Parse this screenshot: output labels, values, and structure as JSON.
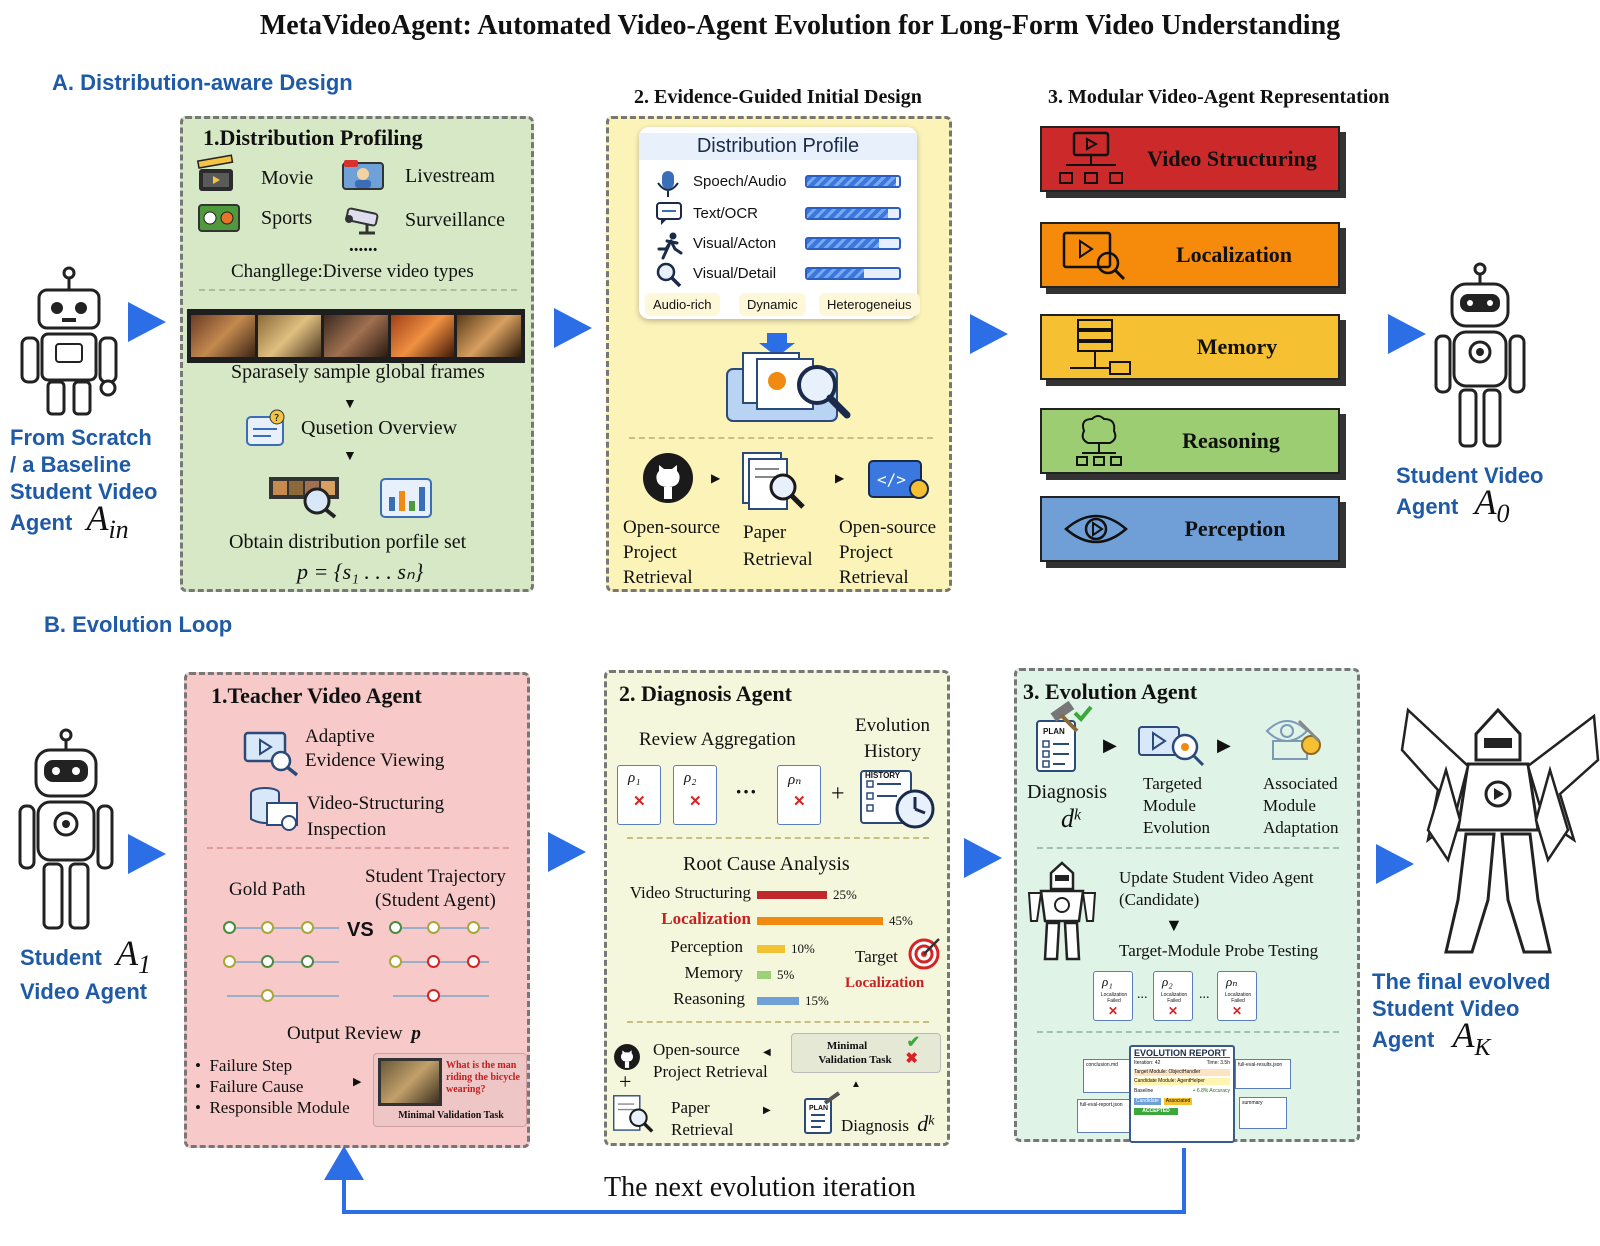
{
  "title": "MetaVideoAgent: Automated Video-Agent Evolution for Long-Form Video Understanding",
  "section_a": {
    "heading": "A. Distribution-aware Design",
    "input_label": [
      "From Scratch",
      "/ a Baseline",
      "Student Video",
      "Agent"
    ],
    "input_symbol": "A",
    "input_sub": "in",
    "profiling": {
      "title": "1.Distribution Profiling",
      "types": [
        "Movie",
        "Livestream",
        "Sports",
        "Surveillance"
      ],
      "ellipsis": "......",
      "challenge": "Changllege:Diverse video types",
      "sample": "Sparasely sample global frames",
      "question": "Qusetion Overview",
      "obtain": "Obtain distribution porfile set",
      "formula": "p = {s₁ . . . sₙ}"
    },
    "initial_design": {
      "title": "2. Evidence-Guided Initial Design",
      "profile_title": "Distribution Profile",
      "profile_rows": [
        {
          "label": "Spoech/Audio",
          "level": 0.97,
          "icon": "microphone-icon"
        },
        {
          "label": "Text/OCR",
          "level": 0.88,
          "icon": "chat-icon"
        },
        {
          "label": "Visual/Acton",
          "level": 0.78,
          "icon": "running-person-icon"
        },
        {
          "label": "Visual/Detail",
          "level": 0.62,
          "icon": "magnifier-icon"
        }
      ],
      "tags": [
        "Audio-rich",
        "Dynamic",
        "Heterogeneius"
      ],
      "retrieval": [
        {
          "lines": [
            "Open-source",
            "Project",
            "Retrieval"
          ],
          "icon": "github-icon"
        },
        {
          "lines": [
            "Paper",
            "Retrieval"
          ],
          "icon": "paper-search-icon"
        },
        {
          "lines": [
            "Open-source",
            "Project",
            "Retrieval"
          ],
          "icon": "code-icon"
        }
      ]
    },
    "representation": {
      "title": "3. Modular Video-Agent Representation",
      "modules": [
        {
          "label": "Video Structuring",
          "color": "#cc2a2a",
          "icon": "video-structure-icon"
        },
        {
          "label": "Localization",
          "color": "#f58a0b",
          "icon": "localization-icon"
        },
        {
          "label": "Memory",
          "color": "#f5c031",
          "icon": "memory-icon"
        },
        {
          "label": "Reasoning",
          "color": "#9dcd73",
          "icon": "brain-icon"
        },
        {
          "label": "Perception",
          "color": "#6f9fd6",
          "icon": "eye-icon"
        }
      ]
    },
    "output_label": [
      "Student Video",
      "Agent"
    ],
    "output_symbol": "A",
    "output_sub": "0"
  },
  "section_b": {
    "heading": "B. Evolution Loop",
    "input_label": [
      "Student",
      "Video Agent"
    ],
    "input_symbol": "A",
    "input_sub": "1",
    "teacher": {
      "title": "1.Teacher Video Agent",
      "item1": [
        "Adaptive",
        "Evidence Viewing"
      ],
      "item2": [
        "Video-Structuring",
        "Inspection"
      ],
      "gold_path": "Gold Path",
      "student_traj": [
        "Student Trajectory",
        "(Student Agent)"
      ],
      "vs": "VS",
      "output_review": "Output Review",
      "output_symbol": "p",
      "bullets": [
        "Failure Step",
        "Failure Cause",
        "Responsible Module"
      ],
      "question": "What is the man riding the bicycle wearing?",
      "minimal_task": "Minimal Validation Task"
    },
    "diagnosis": {
      "title": "2. Diagnosis Agent",
      "review_aggregation": "Review Aggregation",
      "evolution_history": [
        "Evolution",
        "History"
      ],
      "history_badge": "HISTORY",
      "review_docs": [
        "ρ₁",
        "ρ₂",
        "ρₙ"
      ],
      "dots": "···",
      "plus": "+",
      "rca_title": "Root Cause Analysis",
      "rca": [
        {
          "label": "Video Structuring",
          "value": 25,
          "color": "#c0282d"
        },
        {
          "label": "Localization",
          "value": 45,
          "color": "#f08a10"
        },
        {
          "label": "Perception",
          "value": 10,
          "color": "#f2c230"
        },
        {
          "label": "Memory",
          "value": 5,
          "color": "#9fcf78"
        },
        {
          "label": "Reasoning",
          "value": 15,
          "color": "#6fa0d8"
        }
      ],
      "target_label": "Target",
      "target_value": "Localization",
      "retrieval1": [
        "Open-source",
        "Project Retrieval"
      ],
      "retrieval2": [
        "Paper",
        "Retrieval"
      ],
      "minimal_task": [
        "Minimal",
        "Validation Task"
      ],
      "diagnosis_label": "Diagnosis",
      "plan_badge": "PLAN"
    },
    "evolution": {
      "title": "3. Evolution Agent",
      "plan_badge": "PLAN",
      "diagnosis_label": "Diagnosis",
      "diagnosis_symbol": "d",
      "diagnosis_sup": "k",
      "step2": [
        "Targeted",
        "Module",
        "Evolution"
      ],
      "step3": [
        "Associated",
        "Module",
        "Adaptation"
      ],
      "update": [
        "Update Student Video Agent",
        "(Candidate)"
      ],
      "probe": "Target-Module Probe Testing",
      "probe_docs": [
        "ρ₁",
        "ρ₂",
        "ρₙ"
      ],
      "probe_failed": [
        "Localization",
        "Failed"
      ],
      "report": {
        "title": "EVOLUTION REPORT",
        "iteration": "Iteration: 42",
        "time": "Time: 3.5h",
        "target_module": "Target Module: ObjectHandler",
        "candidate": "Candidate Module: AgentHelper",
        "baseline": "Baseline",
        "accuracy": "+ 6.8% Accuracy",
        "chip1": "Candidate",
        "chip2": "Associated",
        "accepted": "ACCEPTED",
        "side_docs": [
          "conclusion.md",
          "full-eval-report.json",
          "full-eval-results.json",
          "summary"
        ]
      }
    },
    "final_label": [
      "The final evolved",
      "Student Video",
      "Agent"
    ],
    "final_symbol": "A",
    "final_sub": "K",
    "loop_label": "The next evolution iteration"
  },
  "colors": {
    "section_blue": "#1f5aa6",
    "arrow_blue": "#2c6ee6",
    "panel_green": "#d7e8c6",
    "panel_yellow": "#fbf3b8",
    "panel_pink": "#f7c9c9"
  }
}
